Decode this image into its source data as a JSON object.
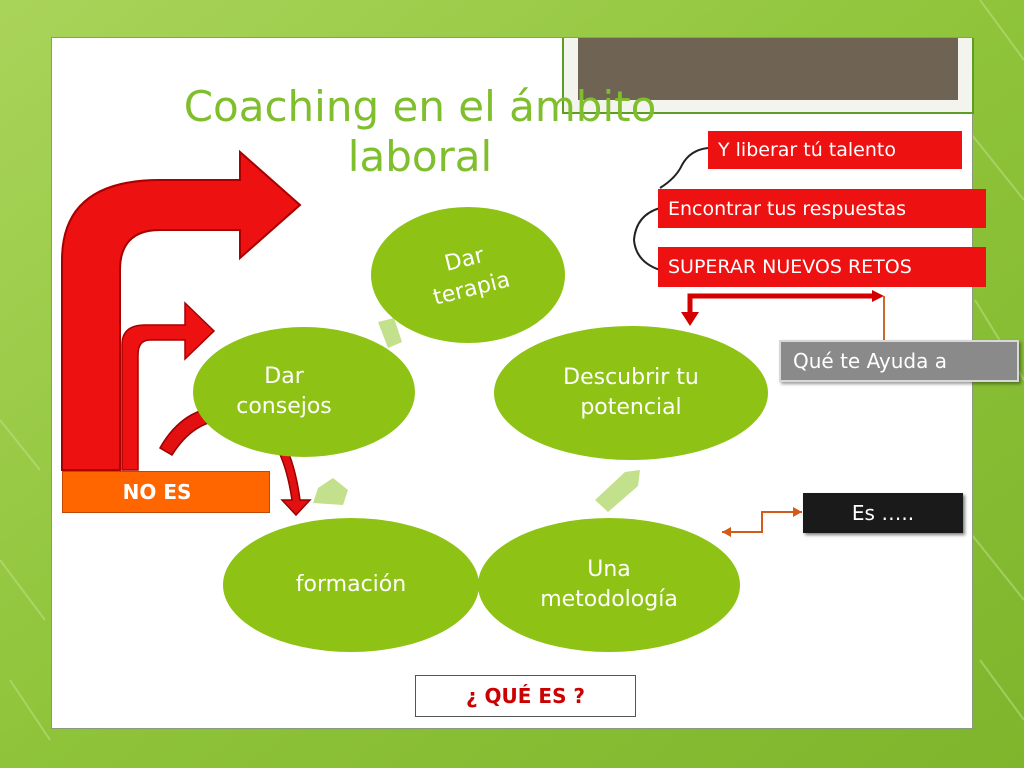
{
  "slide": {
    "title": "Coaching en el ámbito laboral"
  },
  "cycle": {
    "nodes": [
      {
        "id": "dar-terapia",
        "label": "Dar\nterapia"
      },
      {
        "id": "descubrir",
        "label": "Descubrir tu\npotencial"
      },
      {
        "id": "metodologia",
        "label": "Una\nmetodología"
      },
      {
        "id": "formacion",
        "label": "formación"
      },
      {
        "id": "dar-consejos",
        "label": "Dar\nconsejos"
      }
    ]
  },
  "labels": {
    "no_es": "NO ES",
    "que_te_ayuda": "Qué te Ayuda  a",
    "es": "Es …..",
    "que_es": "¿ QUÉ ES ?",
    "y_liberar": "Y liberar tú talento",
    "encontrar": "Encontrar tus respuestas",
    "superar": "SUPERAR NUEVOS RETOS"
  },
  "colors": {
    "node_green": "#8ec214",
    "title_green": "#7fbe2c",
    "red": "#ee1111",
    "orange": "#ff6600",
    "background_green": "#8fc43a"
  }
}
